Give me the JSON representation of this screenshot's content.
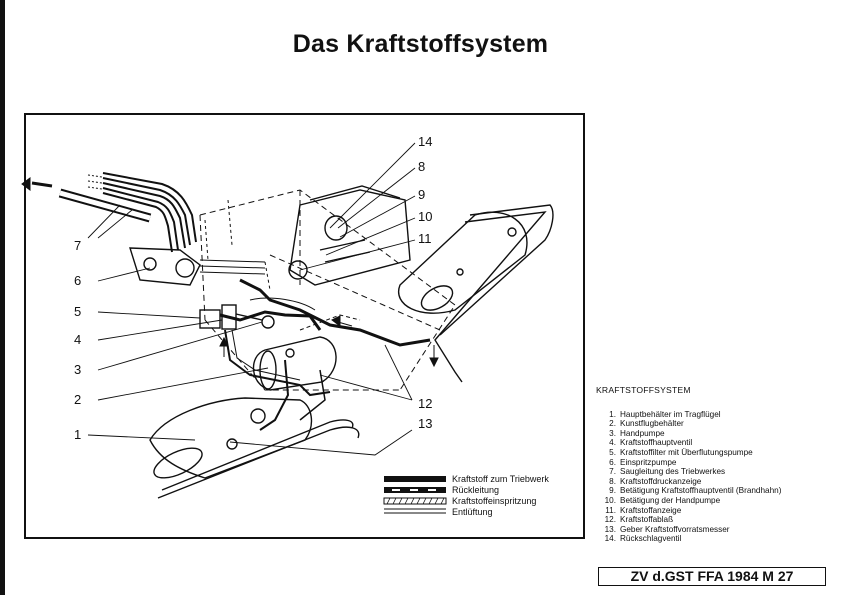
{
  "page": {
    "title": "Das Kraftstoffsystem",
    "reference": "ZV d.GST FFA 1984 M 27"
  },
  "diagram": {
    "callouts": [
      "14",
      "8",
      "9",
      "10",
      "11",
      "7",
      "6",
      "5",
      "4",
      "3",
      "2",
      "1",
      "12",
      "13"
    ],
    "legend": [
      {
        "label": "Kraftstoff zum Triebwerk",
        "style": "solid-thick"
      },
      {
        "label": "Rückleitung",
        "style": "dashed-thick"
      },
      {
        "label": "Kraftstoffeinspritzung",
        "style": "hatched"
      },
      {
        "label": "Entlüftung",
        "style": "double-thin"
      }
    ]
  },
  "key": {
    "heading": "KRAFTSTOFFSYSTEM",
    "items": [
      {
        "num": "1.",
        "text": "Hauptbehälter im Tragflügel"
      },
      {
        "num": "2.",
        "text": "Kunstflugbehälter"
      },
      {
        "num": "3.",
        "text": "Handpumpe"
      },
      {
        "num": "4.",
        "text": "Kraftstoffhauptventil"
      },
      {
        "num": "5.",
        "text": "Kraftstoffilter mit Überflutungspumpe"
      },
      {
        "num": "6.",
        "text": "Einspritzpumpe"
      },
      {
        "num": "7.",
        "text": "Saugleitung des Triebwerkes"
      },
      {
        "num": "8.",
        "text": "Kraftstoffdruckanzeige"
      },
      {
        "num": "9.",
        "text": "Betätigung Kraftstoffhauptventil (Brandhahn)"
      },
      {
        "num": "10.",
        "text": "Betätigung der Handpumpe"
      },
      {
        "num": "11.",
        "text": "Kraftstoffanzeige"
      },
      {
        "num": "12.",
        "text": "Kraftstoffablaß"
      },
      {
        "num": "13.",
        "text": "Geber Kraftstoffvorratsmesser"
      },
      {
        "num": "14.",
        "text": "Rückschlagventil"
      }
    ]
  }
}
